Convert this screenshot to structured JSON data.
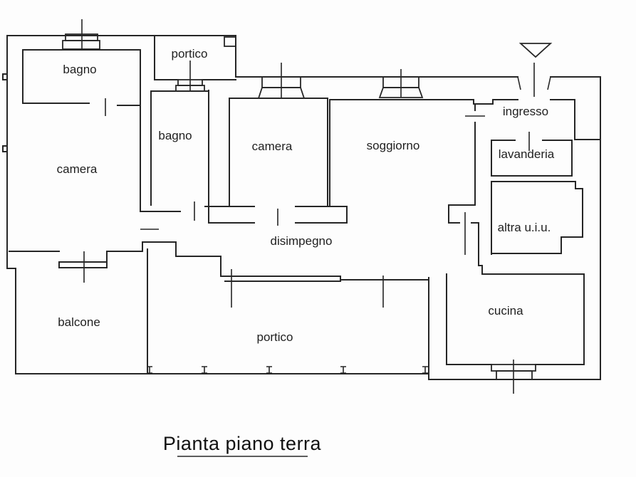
{
  "plan": {
    "title": "Pianta piano terra",
    "rooms": [
      {
        "id": "bagno-nw",
        "label": "bagno"
      },
      {
        "id": "portico-top",
        "label": "portico"
      },
      {
        "id": "camera-w",
        "label": "camera"
      },
      {
        "id": "bagno-mid",
        "label": "bagno"
      },
      {
        "id": "camera-mid",
        "label": "camera"
      },
      {
        "id": "soggiorno",
        "label": "soggiorno"
      },
      {
        "id": "ingresso",
        "label": "ingresso"
      },
      {
        "id": "lavanderia",
        "label": "lavanderia"
      },
      {
        "id": "altra-uiu",
        "label": "altra u.i.u."
      },
      {
        "id": "disimpegno",
        "label": "disimpegno"
      },
      {
        "id": "balcone",
        "label": "balcone"
      },
      {
        "id": "portico-bottom",
        "label": "portico"
      },
      {
        "id": "cucina",
        "label": "cucina"
      }
    ],
    "colors": {
      "line": "#262626",
      "background": "#fdfdfd"
    }
  }
}
